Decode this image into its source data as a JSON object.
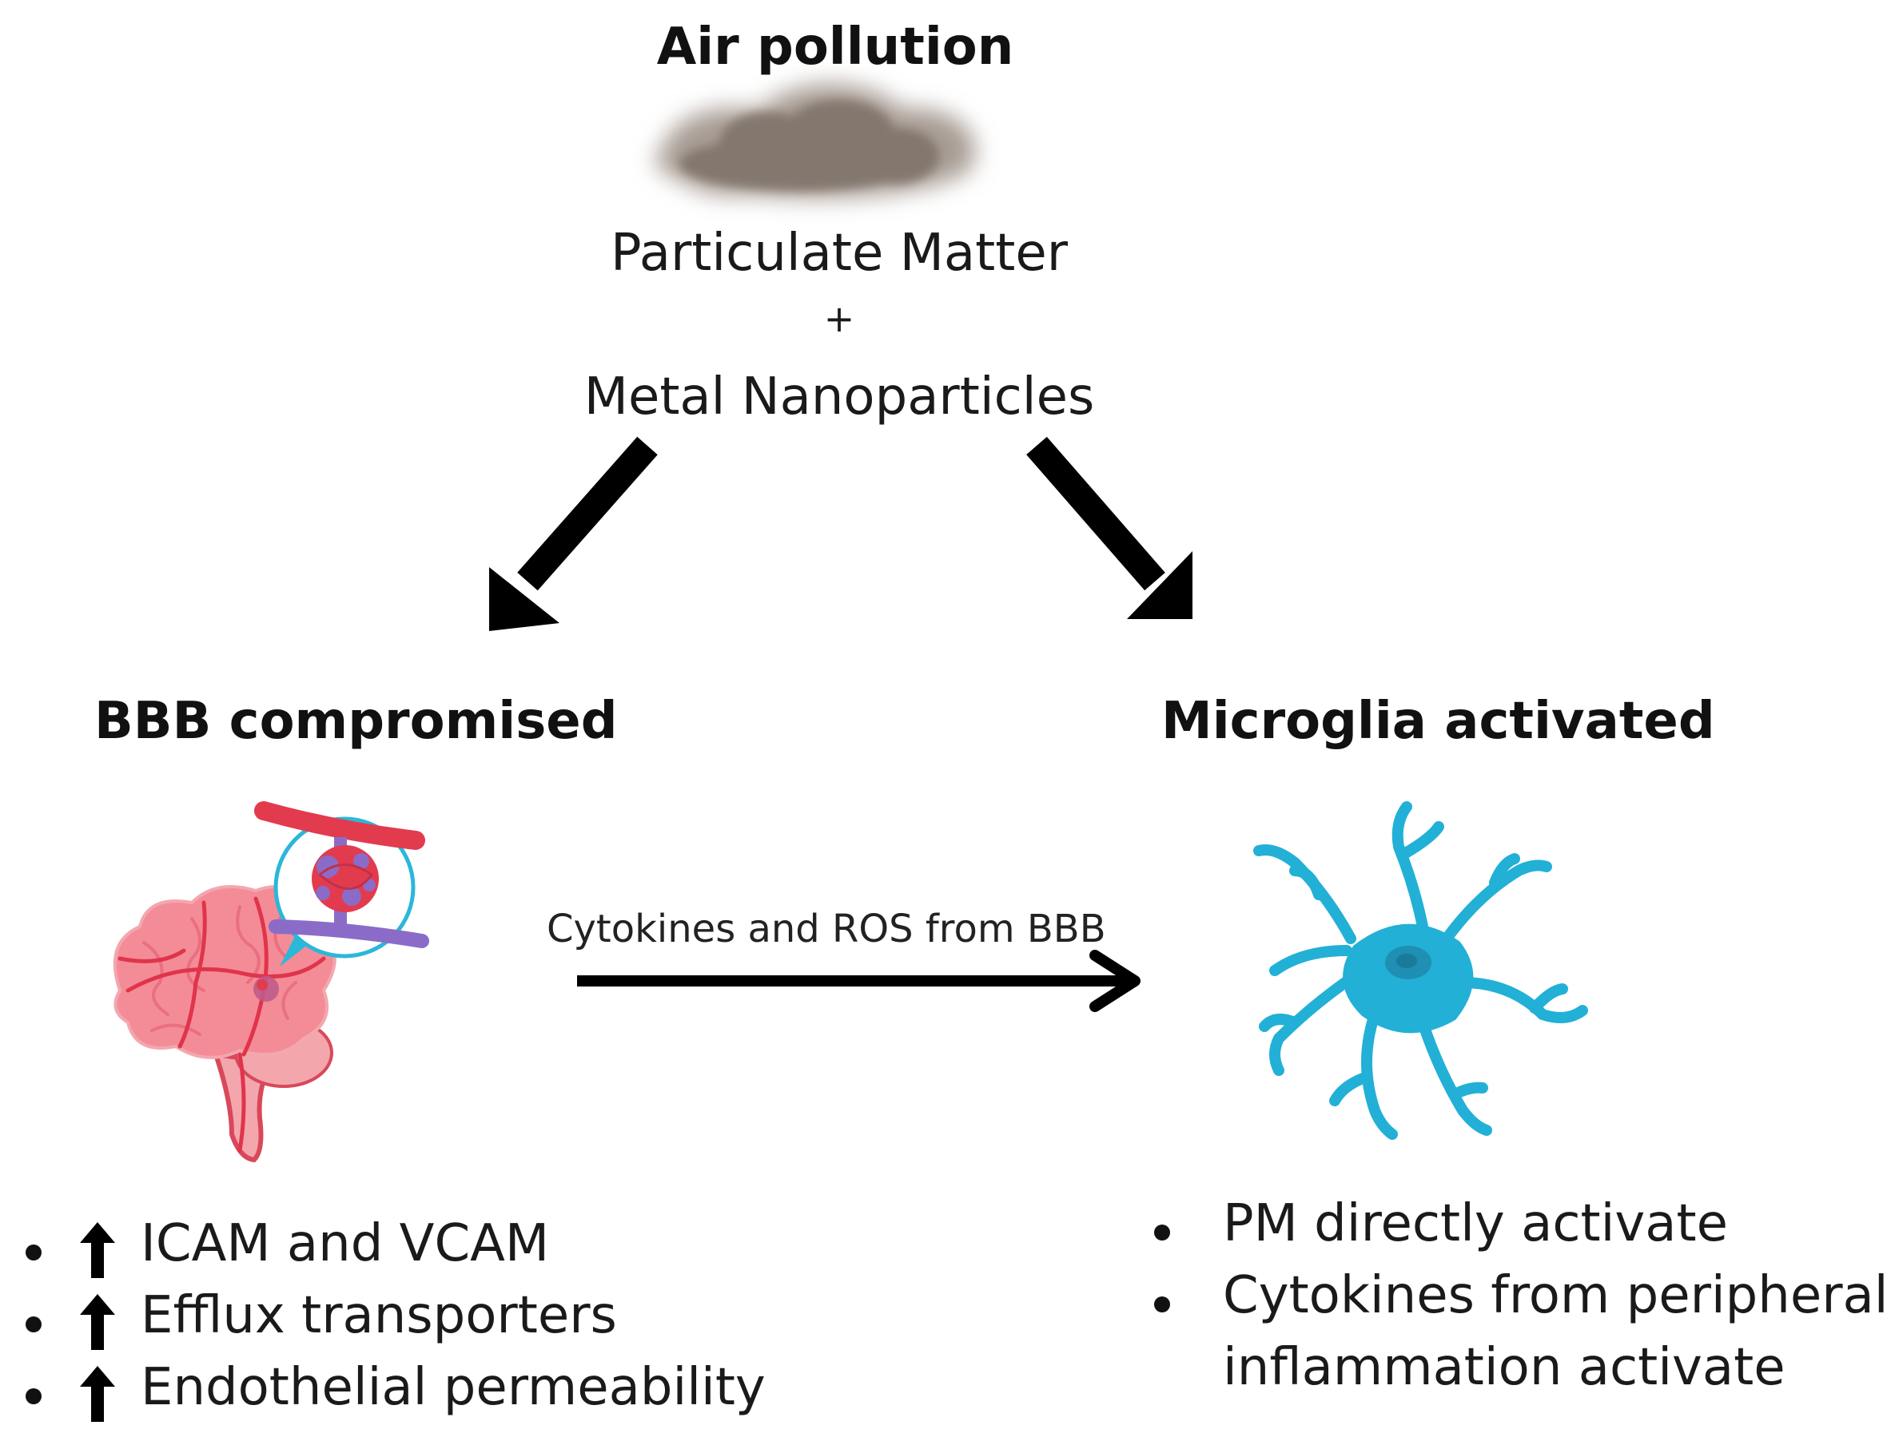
{
  "top": {
    "title": "Air pollution",
    "line1": "Particulate Matter",
    "plus": "+",
    "line2": "Metal Nanoparticles"
  },
  "left": {
    "title": "BBB compromised",
    "bullets": [
      "ICAM and VCAM",
      "Efflux transporters",
      "Endothelial permeability"
    ],
    "bullet_prefix_icon": "up-arrow-icon"
  },
  "right": {
    "title": "Microglia activated",
    "bullets": [
      "PM directly activate",
      "Cytokines from peripheral",
      "inflammation activate"
    ]
  },
  "middle_arrow": {
    "label": "Cytokines and ROS from BBB"
  },
  "icons": {
    "cloud": "smog-cloud-icon",
    "brain": "brain-icon",
    "microglia": "microglia-cell-icon"
  },
  "colors": {
    "brain": "#f28b95",
    "vessel": "#e23b4e",
    "membrane": "#8a6cc8",
    "magnifier": "#2bb7d8",
    "microglia": "#22b0d6",
    "cloud": "#7d7168",
    "arrow": "#000000"
  }
}
